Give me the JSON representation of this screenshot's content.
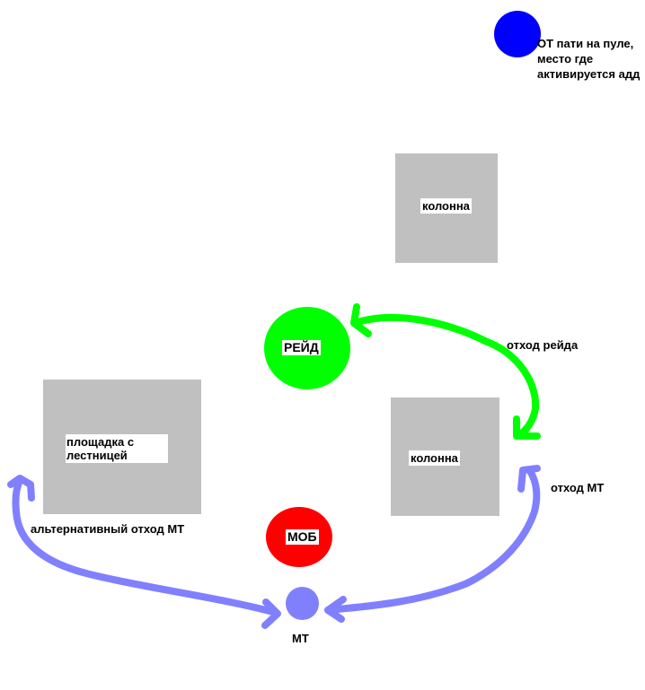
{
  "diagram": {
    "colors": {
      "pillar": "#c0c0c0",
      "raid": "#00ff00",
      "mob": "#ff0000",
      "mt": "#8080ff",
      "pool_marker": "#0000ff",
      "raid_arrow": "#00ff00",
      "mt_arrow": "#8080ff"
    },
    "pool_marker": {
      "label_lines": [
        "ОТ пати на пуле,",
        "место где",
        "активируется адд"
      ]
    },
    "pillar_top": {
      "label": "колонна"
    },
    "pillar_bottom": {
      "label": "колонна"
    },
    "platform": {
      "label_lines": [
        "площадка с",
        "лестницей"
      ]
    },
    "raid": {
      "label": "РЕЙД"
    },
    "mob": {
      "label": "МОБ"
    },
    "mt": {
      "label": "МТ"
    },
    "arrows": {
      "raid_retreat": "отход рейда",
      "mt_retreat": "отход МТ",
      "mt_alt_retreat": "альтернативный отход МТ"
    }
  }
}
